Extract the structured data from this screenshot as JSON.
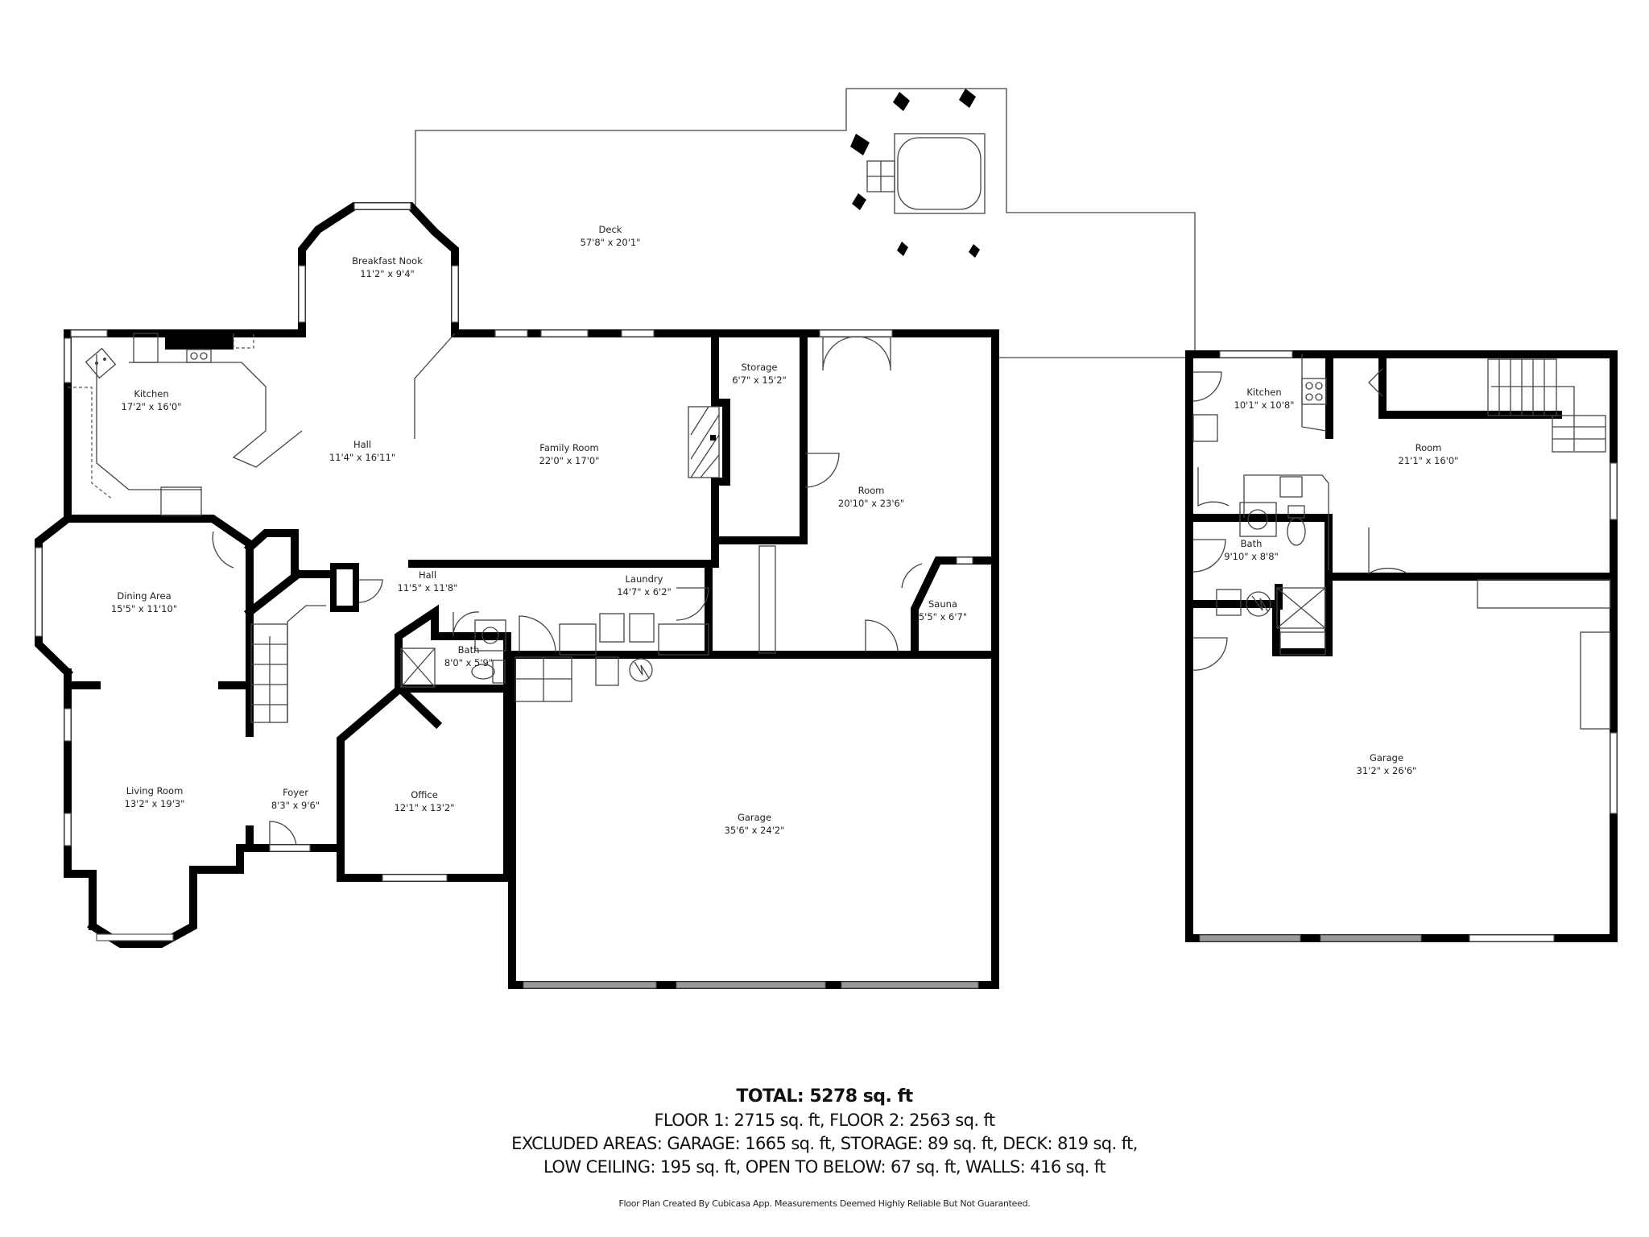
{
  "floor_plan": {
    "floor1_rooms": [
      {
        "name": "Breakfast Nook",
        "dimensions": "11'2\" x 9'4\""
      },
      {
        "name": "Kitchen",
        "dimensions": "17'2\" x 16'0\""
      },
      {
        "name": "Hall",
        "dimensions": "11'4\" x 16'11\""
      },
      {
        "name": "Family Room",
        "dimensions": "22'0\" x 17'0\""
      },
      {
        "name": "Storage",
        "dimensions": "6'7\" x 15'2\""
      },
      {
        "name": "Room",
        "dimensions": "20'10\" x 23'6\""
      },
      {
        "name": "Dining Area",
        "dimensions": "15'5\" x 11'10\""
      },
      {
        "name": "Hall",
        "dimensions": "11'5\" x 11'8\""
      },
      {
        "name": "Laundry",
        "dimensions": "14'7\" x 6'2\""
      },
      {
        "name": "Sauna",
        "dimensions": "5'5\" x 6'7\""
      },
      {
        "name": "Bath",
        "dimensions": "8'0\" x 5'9\""
      },
      {
        "name": "Living Room",
        "dimensions": "13'2\" x 19'3\""
      },
      {
        "name": "Foyer",
        "dimensions": "8'3\" x 9'6\""
      },
      {
        "name": "Office",
        "dimensions": "12'1\" x 13'2\""
      },
      {
        "name": "Garage",
        "dimensions": "35'6\" x 24'2\""
      },
      {
        "name": "Deck",
        "dimensions": "57'8\" x 20'1\""
      }
    ],
    "floor2_rooms": [
      {
        "name": "Kitchen",
        "dimensions": "10'1\" x 10'8\""
      },
      {
        "name": "Room",
        "dimensions": "21'1\" x 16'0\""
      },
      {
        "name": "Bath",
        "dimensions": "9'10\" x 8'8\""
      },
      {
        "name": "Garage",
        "dimensions": "31'2\" x 26'6\""
      }
    ]
  },
  "summary": {
    "total": "TOTAL: 5278 sq. ft",
    "floors": "FLOOR 1: 2715 sq. ft, FLOOR 2: 2563 sq. ft",
    "excluded_line1": "EXCLUDED AREAS: GARAGE: 1665 sq. ft, STORAGE: 89 sq. ft, DECK: 819 sq. ft,",
    "excluded_line2": "LOW CEILING: 195 sq. ft, OPEN TO BELOW: 67 sq. ft, WALLS: 416 sq. ft",
    "disclaimer": "Floor Plan Created By Cubicasa App. Measurements Deemed Highly Reliable But Not Guaranteed."
  },
  "icons": {
    "fixtures": [
      "stairs-icon",
      "sink-icon",
      "stove-icon",
      "toilet-icon",
      "shower-icon",
      "water-heater-icon",
      "hot-tub-icon",
      "deck-chair-icon",
      "fireplace-icon",
      "door-swing-icon",
      "window-icon"
    ]
  }
}
